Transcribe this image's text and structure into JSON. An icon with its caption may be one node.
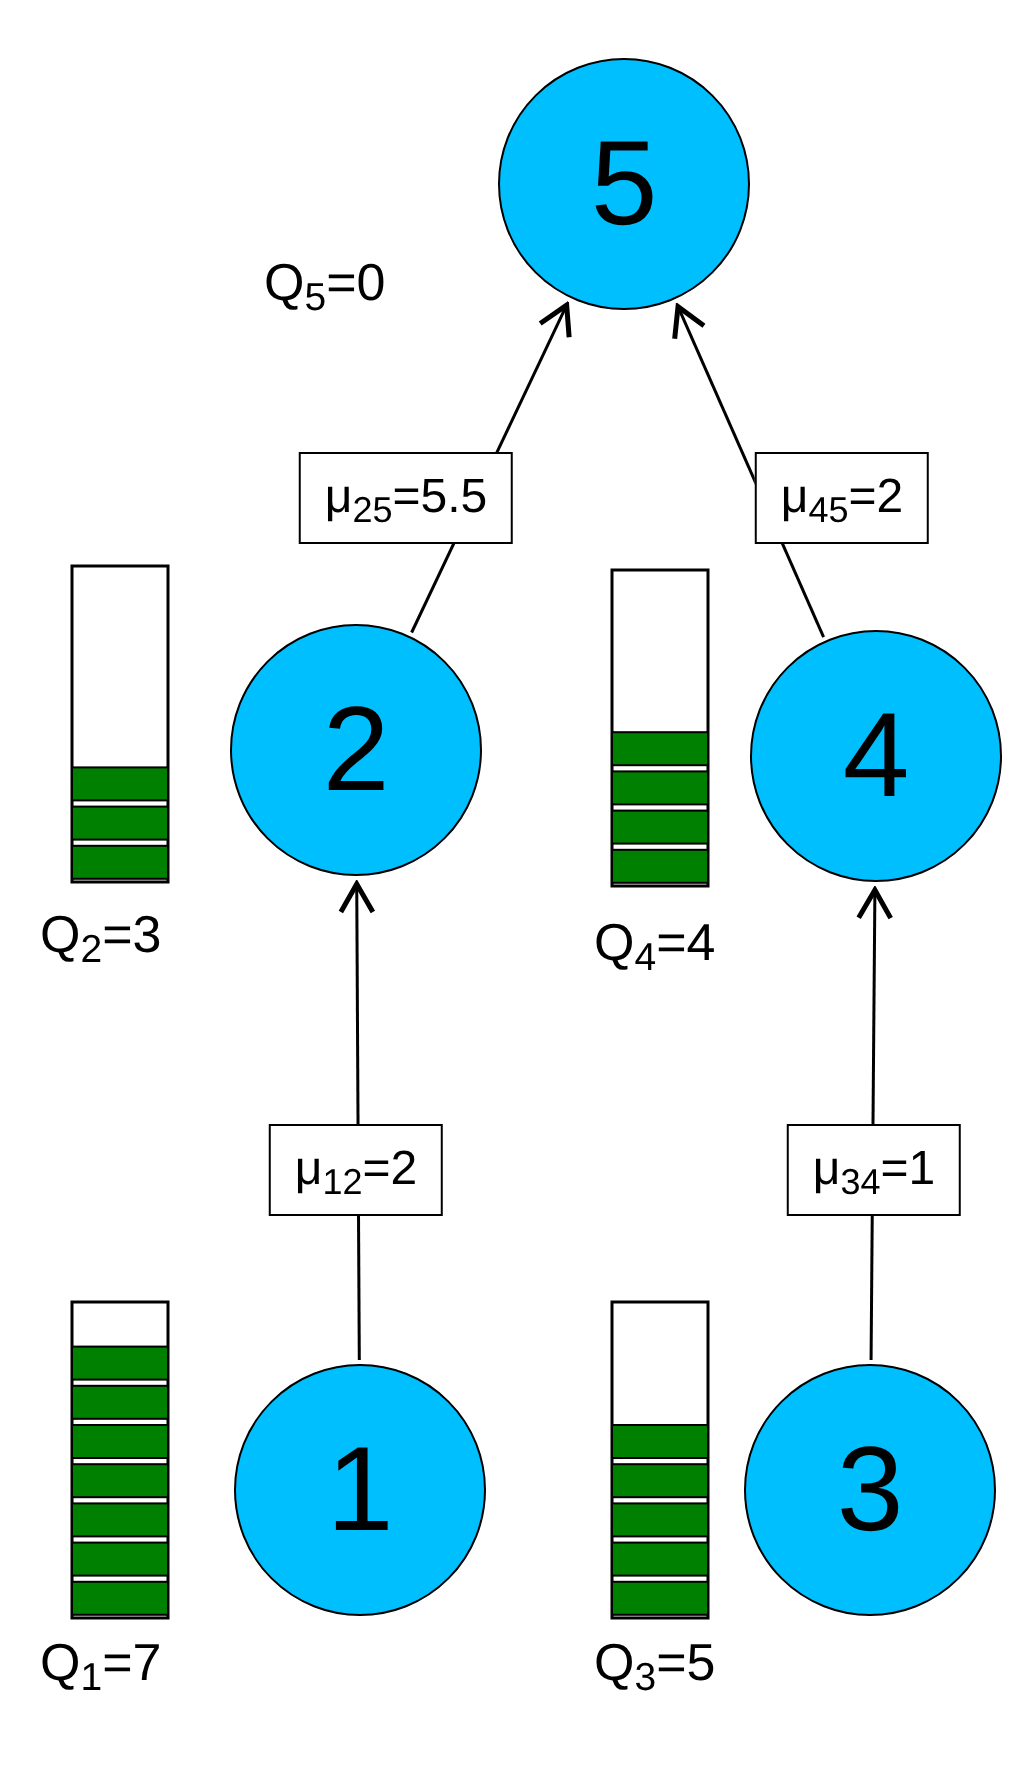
{
  "diagram": {
    "nodes": [
      {
        "text": [
          "5"
        ]
      },
      {
        "text": [
          "2"
        ]
      },
      {
        "text": [
          "4"
        ]
      },
      {
        "text": [
          "1"
        ]
      },
      {
        "text": [
          "3"
        ]
      }
    ],
    "edges": [
      {
        "from": 1,
        "to": 0,
        "arrow": "to",
        "label": "μ$_{25}$=5.5"
      },
      {
        "from": 2,
        "to": 0,
        "arrow": "to",
        "label": "μ$_{45}$=2"
      },
      {
        "from": 3,
        "to": 1,
        "arrow": "to",
        "label": "μ$_{12}$=2"
      },
      {
        "from": 4,
        "to": 2,
        "arrow": "to",
        "label": "μ$_{34}$=1"
      }
    ],
    "labels": [
      "Q$_{5}$=0",
      "Q$_{2}$=3",
      "Q$_{4}$=4",
      "Q$_{1}$=7",
      "Q$_{3}$=5"
    ]
  }
}
